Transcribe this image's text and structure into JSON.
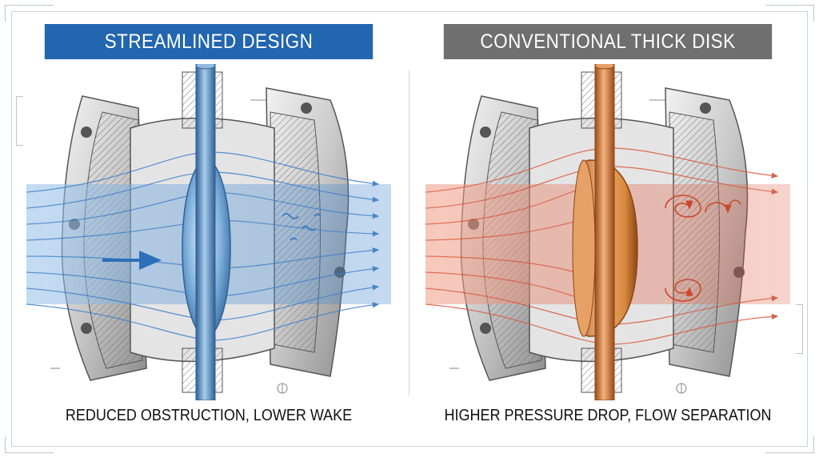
{
  "panels": {
    "left": {
      "title": "STREAMLINED DESIGN",
      "caption": "REDUCED OBSTRUCTION, LOWER WAKE",
      "header_color": "#2266b0",
      "flow_color": "#3a7fc9",
      "disc_color": "#7fb0dc"
    },
    "right": {
      "title": "CONVENTIONAL THICK DISK",
      "caption": "HIGHER PRESSURE DROP, FLOW SEPARATION",
      "header_color": "#6f6f6f",
      "flow_color": "#d9573a",
      "disc_color": "#d98a3f"
    }
  }
}
